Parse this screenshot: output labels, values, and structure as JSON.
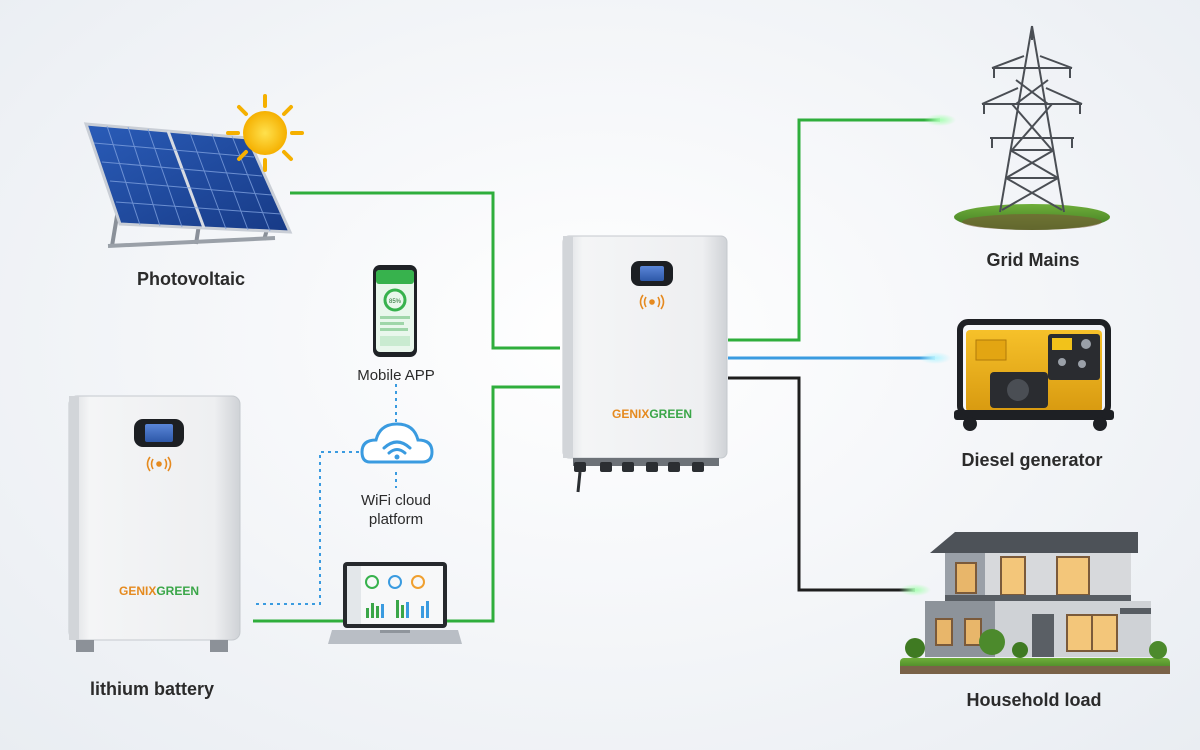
{
  "labels": {
    "photovoltaic": "Photovoltaic",
    "mobile_app": "Mobile APP",
    "wifi_cloud_line1": "WiFi cloud",
    "wifi_cloud_line2": "platform",
    "lithium_battery": "lithium battery",
    "grid_mains": "Grid Mains",
    "diesel_generator": "Diesel generator",
    "household_load": "Household load"
  },
  "brand": {
    "part1": "GENIX",
    "part2": "GREEN"
  },
  "phone_screen": {
    "percent": "85%"
  },
  "colors": {
    "green_line": "#2fae3c",
    "blue_line": "#3a9be0",
    "black_line": "#1e1e1e",
    "wifi_dotted": "#3a9be0",
    "brand_orange": "#e58a1f",
    "brand_green": "#3aa648"
  }
}
